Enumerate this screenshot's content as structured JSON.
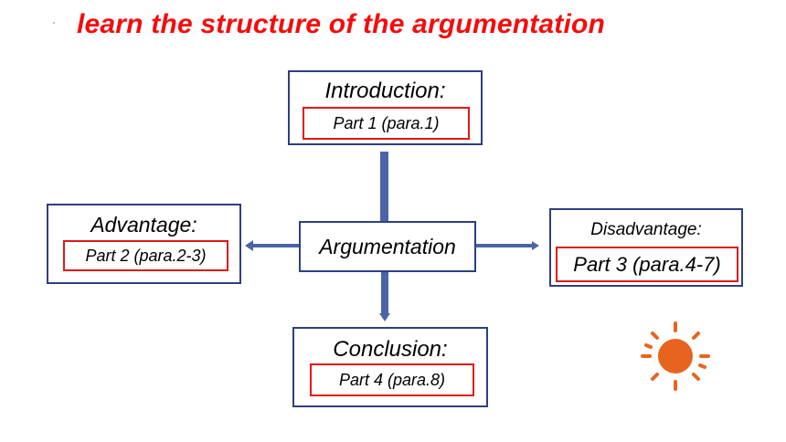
{
  "title": "learn the structure of  the argumentation",
  "center": {
    "label": "Argumentation"
  },
  "introduction": {
    "heading": "Introduction:",
    "part": "Part 1 (para.1)"
  },
  "advantage": {
    "heading": "Advantage:",
    "part": "Part 2 (para.2-3)"
  },
  "disadvantage": {
    "heading": "Disadvantage:",
    "part": "Part 3 (para.4-7)"
  },
  "conclusion": {
    "heading": "Conclusion:",
    "part": "Part 4 (para.8)"
  },
  "colors": {
    "title": "#f40c0c",
    "box_border": "#2f3f7f",
    "part_border": "#e11818",
    "connector": "#4a64a8",
    "sun": "#e8641e"
  },
  "icons": {
    "decoration": "sun-icon"
  }
}
